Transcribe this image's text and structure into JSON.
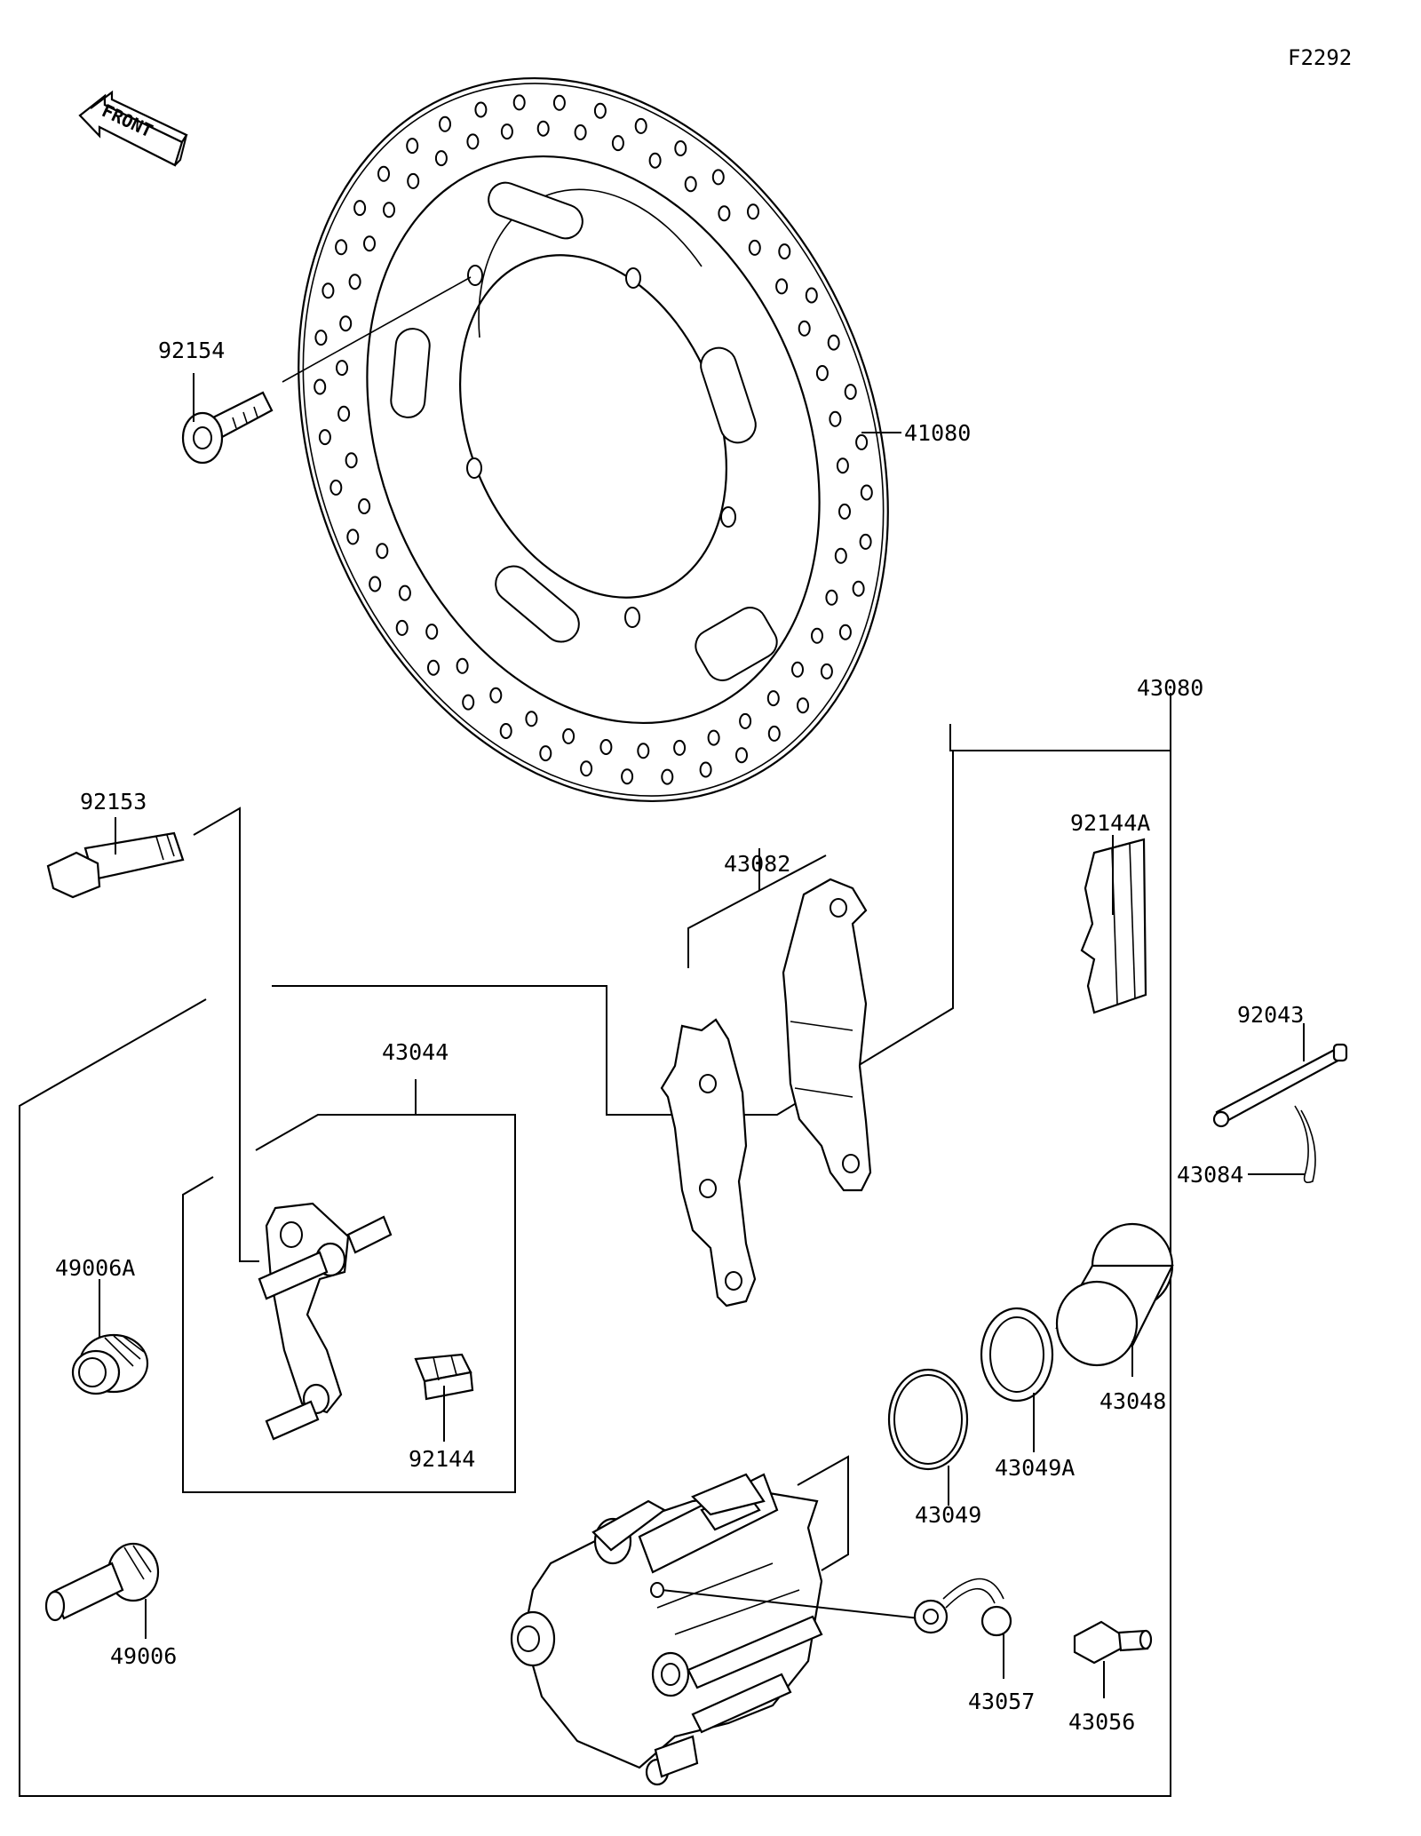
{
  "diagram_code": "F2292",
  "front_arrow": {
    "text": "FRONT",
    "icon": "front-arrow-icon"
  },
  "parts": {
    "p41080": "41080",
    "p92154": "92154",
    "p43080": "43080",
    "p92153": "92153",
    "p43082": "43082",
    "p92144A": "92144A",
    "p92043": "92043",
    "p43084": "43084",
    "p43044": "43044",
    "p49006A": "49006A",
    "p92144": "92144",
    "p43048": "43048",
    "p43049A": "43049A",
    "p43049": "43049",
    "p49006": "49006",
    "p43057": "43057",
    "p43056": "43056"
  }
}
